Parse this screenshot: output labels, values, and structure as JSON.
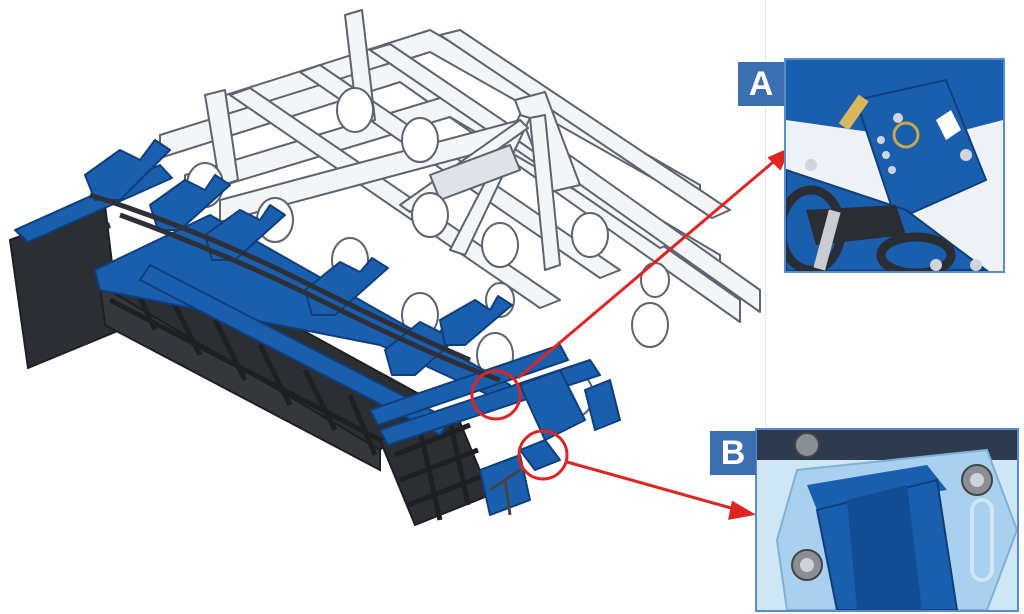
{
  "callouts": [
    {
      "id": "A",
      "label": "A"
    },
    {
      "id": "B",
      "label": "B"
    }
  ],
  "colors": {
    "machine_blue": "#1a5fae",
    "machine_blue_dark": "#0f3f7a",
    "frame_white": "#f4f5f7",
    "frame_outline": "#5c6470",
    "roller_dark": "#2b2e33",
    "callout_red": "#e02424",
    "tag_blue": "#3c6fb0"
  },
  "icons": [
    "cultivator-illustration",
    "detail-a-illustration",
    "detail-b-illustration",
    "highlight-circle",
    "pointer-arrow"
  ]
}
